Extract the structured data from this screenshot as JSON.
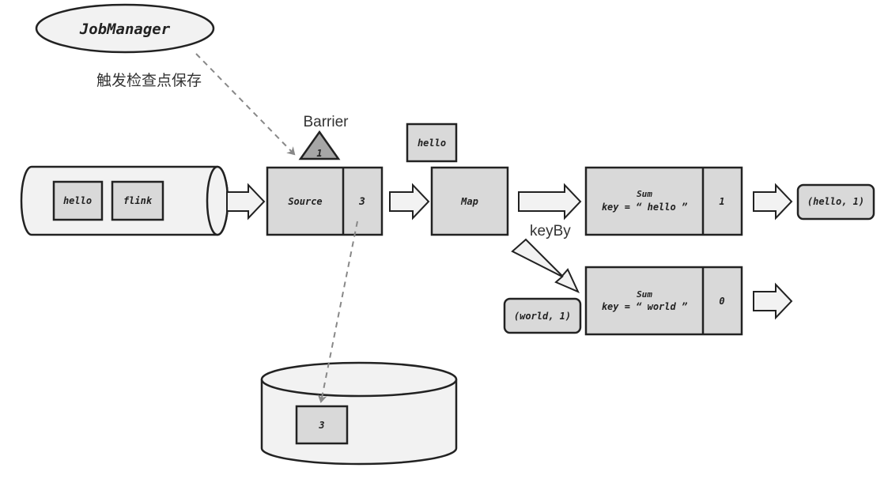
{
  "diagram": {
    "job_manager": {
      "label": "JobManager"
    },
    "trigger_label": "触发检查点保存",
    "barrier": {
      "label": "Barrier",
      "value": "1"
    },
    "input_queue": {
      "items": [
        "hello",
        "flink"
      ]
    },
    "source": {
      "label": "Source",
      "state": "3"
    },
    "in_flight_record": "hello",
    "map": {
      "label": "Map"
    },
    "keyby_label": "keyBy",
    "sum_hello": {
      "label": "Sum",
      "key": "key = “ hello ”",
      "state": "1",
      "output": "(hello, 1)"
    },
    "sum_world": {
      "label": "Sum",
      "key": "key = “ world ”",
      "state": "0",
      "incoming": "(world, 1)"
    },
    "storage": {
      "snapshot_value": "3"
    },
    "colors": {
      "box_fill": "#d9d9d9",
      "light_fill": "#f2f2f2",
      "stroke": "#222222",
      "dashed": "#888888",
      "barrier_fill": "#a6a6a6"
    }
  }
}
